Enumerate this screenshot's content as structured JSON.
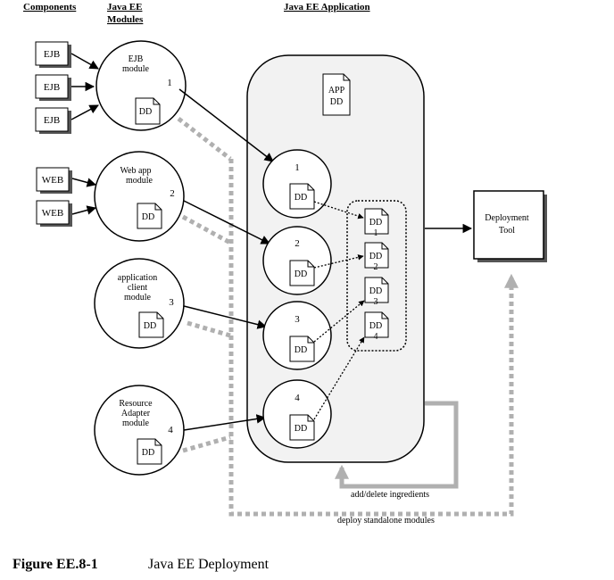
{
  "headers": {
    "components": "Components",
    "modules_line1": "Java EE",
    "modules_line2": "Modules",
    "application": "Java EE Application"
  },
  "components": {
    "ejb": [
      "EJB",
      "EJB",
      "EJB"
    ],
    "web": [
      "WEB",
      "WEB"
    ]
  },
  "modules": {
    "ejb": {
      "lines": [
        "EJB",
        "module"
      ],
      "number": "1",
      "dd": "DD"
    },
    "web": {
      "lines": [
        "Web app",
        "module"
      ],
      "number": "2",
      "dd": "DD"
    },
    "appclient": {
      "lines": [
        "application",
        "client",
        "module"
      ],
      "number": "3",
      "dd": "DD"
    },
    "resource": {
      "lines": [
        "Resource",
        "Adapter",
        "module"
      ],
      "number": "4",
      "dd": "DD"
    }
  },
  "application": {
    "app_dd_line1": "APP",
    "app_dd_line2": "DD",
    "inner_modules": [
      {
        "number": "1",
        "dd": "DD"
      },
      {
        "number": "2",
        "dd": "DD"
      },
      {
        "number": "3",
        "dd": "DD"
      },
      {
        "number": "4",
        "dd": "DD"
      }
    ],
    "dd_group": [
      {
        "label": "DD",
        "sub": "1"
      },
      {
        "label": "DD",
        "sub": "2"
      },
      {
        "label": "DD",
        "sub": "3"
      },
      {
        "label": "DD",
        "sub": "4"
      }
    ]
  },
  "deployment_tool": {
    "line1": "Deployment",
    "line2": "Tool"
  },
  "labels": {
    "add_delete": "add/delete ingredients",
    "deploy_standalone": "deploy standalone modules"
  },
  "caption": {
    "number": "Figure EE.8-1",
    "title": "Java EE Deployment"
  },
  "colors": {
    "app_fill": "#f2f2f2",
    "gray_path": "#b0b0b0",
    "ink": "#000000"
  }
}
